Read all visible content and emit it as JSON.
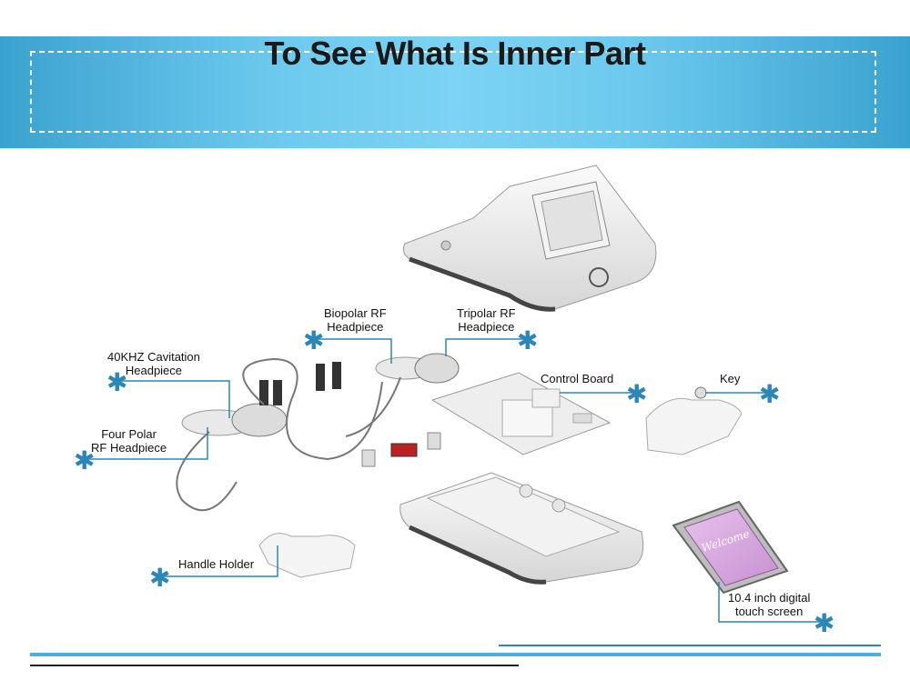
{
  "title": "To See What Is Inner Part",
  "labels": {
    "cavitation": "40KHZ Cavitation\nHeadpiece",
    "four_polar": "Four Polar\nRF Headpiece",
    "biopolar": "Biopolar RF\nHeadpiece",
    "tripolar": "Tripolar RF\nHeadpiece",
    "control_board": "Control Board",
    "key": "Key",
    "handle_holder": "Handle Holder",
    "screen": "10.4 inch digital\ntouch screen",
    "screen_text": "Welcome"
  },
  "colors": {
    "banner": "#6cc9ee",
    "accent": "#2d86b8",
    "leader": "#2d86b8",
    "device": "#ececec",
    "screen": "#d9a8e0"
  },
  "icons": {
    "marker": "asterisk-icon"
  }
}
